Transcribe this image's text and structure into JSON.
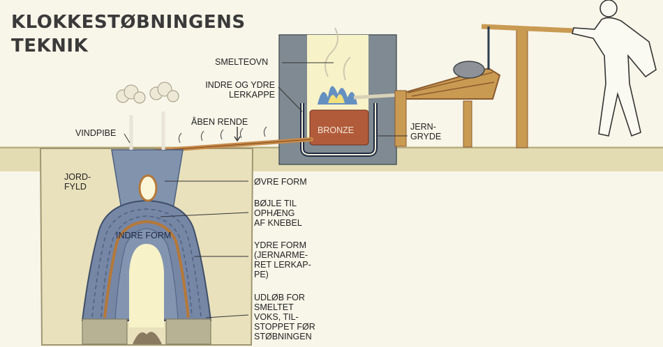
{
  "title": {
    "line1": "KLOKKESTØBNINGENS",
    "line2": "TEKNIK"
  },
  "labels": {
    "smelteovn": "SMELTEOVN",
    "indre_ydre_lerkappe": "INDRE OG YDRE\nLERKAPPE",
    "aaben_rende": "ÅBEN RENDE",
    "vindpibe": "VINDPIBE",
    "jord_fyld": "JORD-\nFYLD",
    "bronze": "BRONZE",
    "jerngryde": "JERN-\nGRYDE",
    "oevre_form": "ØVRE FORM",
    "boejle": "BØJLE TIL\nOPHÆNG\nAF KNEBEL",
    "indre_form": "INDRE FORM",
    "ydre_form": "YDRE FORM\n(JERNARME-\nRET LERKAP-\nPE)",
    "udloeb": "UDLØB FOR\nSMELTET\nVOKS, TIL-\nSTOPPET FØR\nSTØBNINGEN"
  },
  "colors": {
    "sky": "#f8f5e9",
    "earth": "#e3dbb2",
    "earth_line": "#b7ad84",
    "furnace_wall": "#7f8a92",
    "mold": "#7687a6",
    "mold_stripe": "#4e6080",
    "bronze": "#b25b3b",
    "bronze_channel": "#c88a4a",
    "wood": "#c99a52",
    "wood_dark": "#8a5a2e",
    "flame_blue": "#4a7fc0",
    "flame_yellow": "#f1e07b"
  }
}
